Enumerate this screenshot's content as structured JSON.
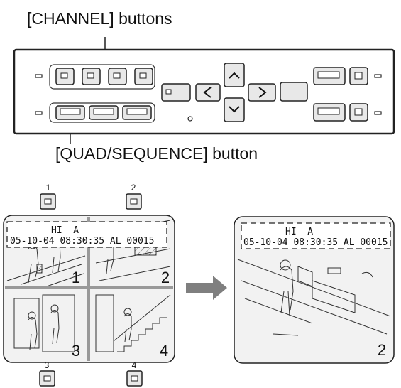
{
  "labels": {
    "channel_buttons": "[CHANNEL] buttons",
    "quad_sequence_button": "[QUAD/SEQUENCE] button"
  },
  "channel_numbers": [
    "1",
    "2",
    "3",
    "4"
  ],
  "quad_display": {
    "line1": "HI  A",
    "line2": "05-10-04 08:30:35 AL 00015",
    "quadrant_numbers": [
      "1",
      "2",
      "3",
      "4"
    ]
  },
  "single_display": {
    "line1": "HI  A",
    "line2": "05-10-04 08:30:35 AL 00015",
    "channel": "2"
  },
  "colors": {
    "panel_border": "#222222",
    "button_fill": "#e8e8e8",
    "monitor_fill": "#f2f2f2",
    "arrow": "#7f7f7f"
  }
}
